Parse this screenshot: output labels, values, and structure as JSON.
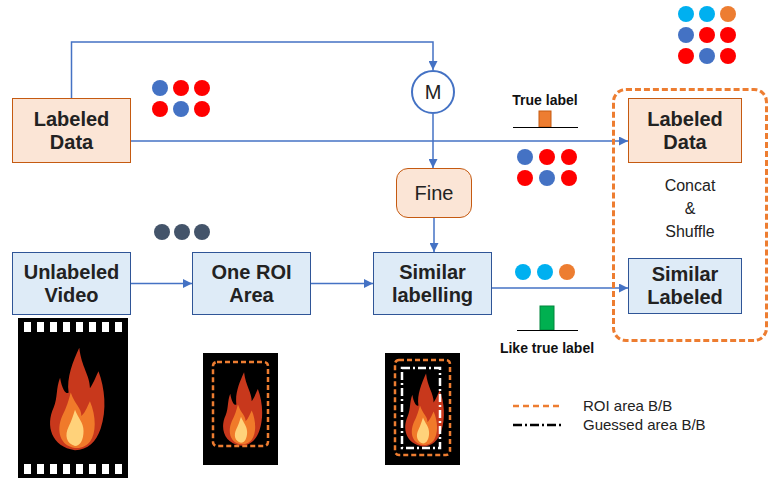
{
  "diagram": {
    "nodes": [
      {
        "text": [
          "Labeled Data"
        ]
      },
      {
        "text": [
          "M"
        ]
      },
      {
        "text": [
          "Fine"
        ]
      },
      {
        "text": [
          "Concat & Shuffle"
        ]
      },
      {
        "text": [
          "Labeled Data"
        ],
        "in": 3
      },
      {
        "text": [
          "Similar Labeled"
        ],
        "in": 3
      },
      {
        "text": [
          "Unlabeled Video"
        ]
      },
      {
        "text": [
          "One ROI Area"
        ]
      },
      {
        "text": [
          "Similar labelling"
        ]
      }
    ],
    "edges": [
      {
        "from": 0,
        "to": 1,
        "arrow": "to"
      },
      {
        "from": 1,
        "to": 2,
        "arrow": "to"
      },
      {
        "from": 2,
        "to": 8,
        "arrow": "to"
      },
      {
        "from": 0,
        "to": 4,
        "arrow": "to"
      },
      {
        "from": 6,
        "to": 7,
        "arrow": "to"
      },
      {
        "from": 7,
        "to": 8,
        "arrow": "to"
      },
      {
        "from": 8,
        "to": 5,
        "arrow": "to"
      }
    ],
    "labels": [
      "True label",
      "Like true label"
    ],
    "legend": [
      {
        "text": "ROI area B/B"
      },
      {
        "text": "Guessed area B/B"
      }
    ]
  }
}
